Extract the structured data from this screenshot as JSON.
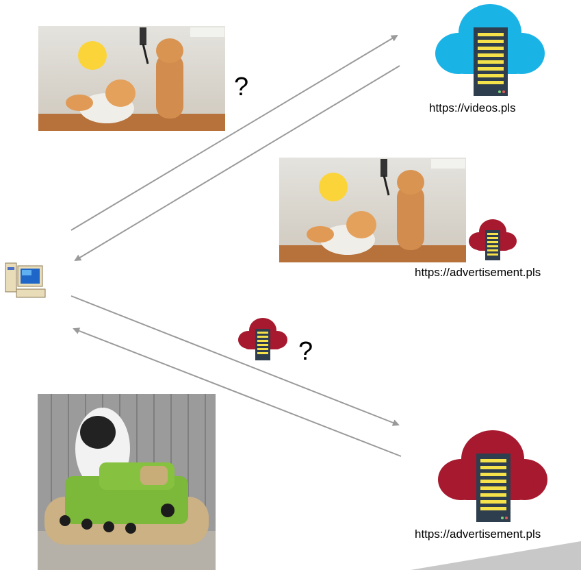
{
  "labels": {
    "videos_server": "https://videos.pls",
    "ad_server_top": "https://advertisement.pls",
    "ad_server_bottom": "https://advertisement.pls"
  },
  "question_marks": {
    "first": "?",
    "second": "?"
  },
  "icons": {
    "client": "desktop-computer-icon",
    "videos_server": "cloud-server-icon",
    "ad_server": "cloud-server-icon",
    "emoji": "laughing-tears-emoji"
  },
  "colors": {
    "videos_cloud": "#1ab3e6",
    "ad_cloud": "#a6192e",
    "server_body": "#2f3e4e",
    "server_slots": "#f5e14a",
    "arrow": "#9a9a9a",
    "background": "#ffffff"
  }
}
